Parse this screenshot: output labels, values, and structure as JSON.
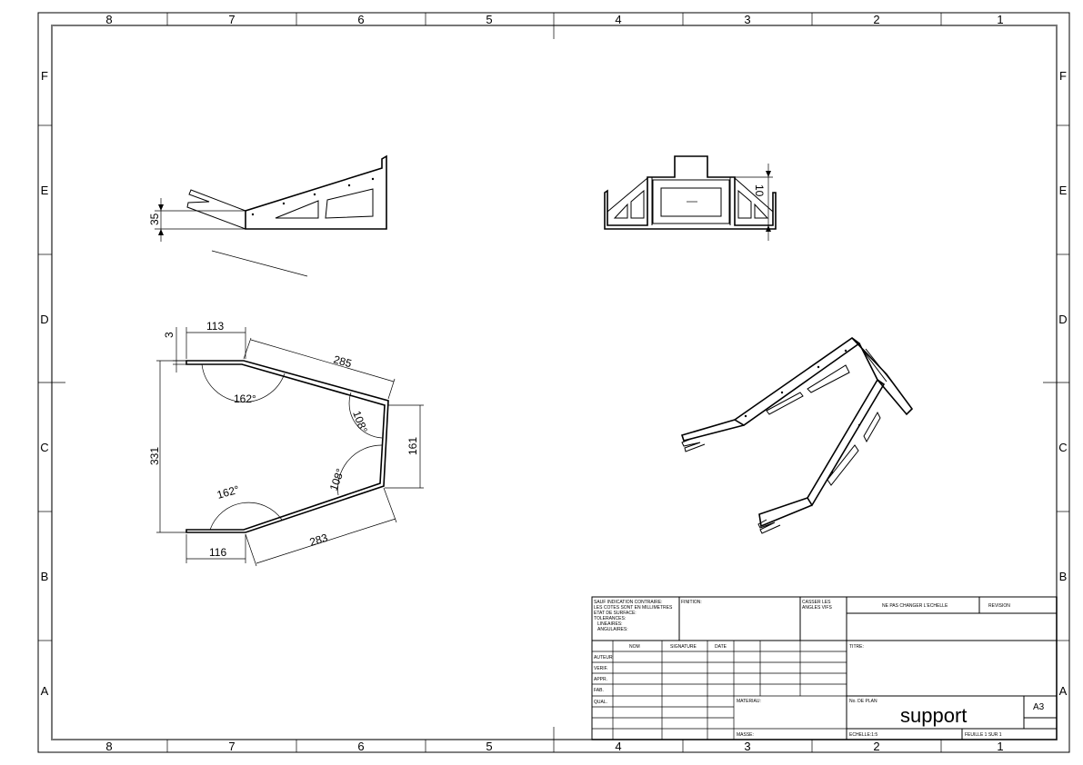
{
  "zones": {
    "columns": [
      "8",
      "7",
      "6",
      "5",
      "4",
      "3",
      "2",
      "1"
    ],
    "rows": [
      "F",
      "E",
      "D",
      "C",
      "B",
      "A"
    ]
  },
  "views": {
    "side": {
      "dims": [
        "35"
      ]
    },
    "front": {
      "dims": [
        "10"
      ]
    },
    "flat": {
      "dims": [
        "113",
        "3",
        "285",
        "162°",
        "108°",
        "161",
        "331",
        "108°",
        "162°",
        "116",
        "283"
      ]
    }
  },
  "title_block": {
    "general_notes": [
      "SAUF INDICATION CONTRAIRE:",
      "LES COTES SONT EN MILLIMETRES",
      "ETAT DE SURFACE:",
      "TOLERANCES:",
      "LINEAIRES:",
      "ANGULAIRES:"
    ],
    "finish_label": "FINITION:",
    "edges_label": [
      "CASSER LES",
      "ANGLES VIFS"
    ],
    "no_scale": "NE PAS CHANGER L'ECHELLE",
    "revision_label": "REVISION",
    "headers": [
      "NOM",
      "SIGNATURE",
      "DATE"
    ],
    "roles": [
      "AUTEUR",
      "VERIF.",
      "APPR.",
      "FAB.",
      "QUAL."
    ],
    "title_label": "TITRE:",
    "material_label": "MATERIAU:",
    "drawing_no_label": "No. DE PLAN",
    "drawing_name": "support",
    "size": "A3",
    "mass_label": "MASSE:",
    "scale": "ECHELLE:1:5",
    "sheet": "FEUILLE 1 SUR 1"
  }
}
